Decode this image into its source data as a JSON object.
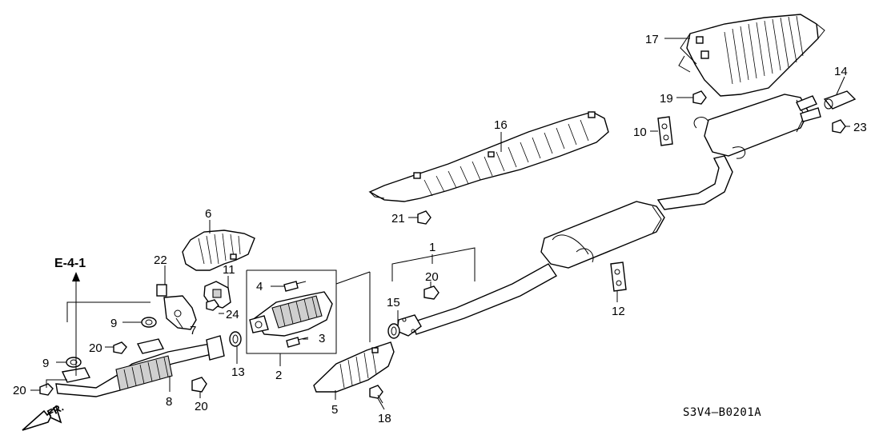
{
  "diagram": {
    "reference": "E-4-1",
    "direction": "FR.",
    "code": "S3V4–B0201A",
    "callouts": {
      "p1": "1",
      "p2": "2",
      "p3": "3",
      "p4": "4",
      "p5": "5",
      "p6": "6",
      "p7": "7",
      "p8": "8",
      "p9a": "9",
      "p9b": "9",
      "p10": "10",
      "p11": "11",
      "p12": "12",
      "p13": "13",
      "p14": "14",
      "p15": "15",
      "p16": "16",
      "p17": "17",
      "p18": "18",
      "p19": "19",
      "p20a": "20",
      "p20b": "20",
      "p20c": "20",
      "p20d": "20",
      "p21": "21",
      "p22": "22",
      "p23": "23",
      "p24": "24"
    }
  }
}
